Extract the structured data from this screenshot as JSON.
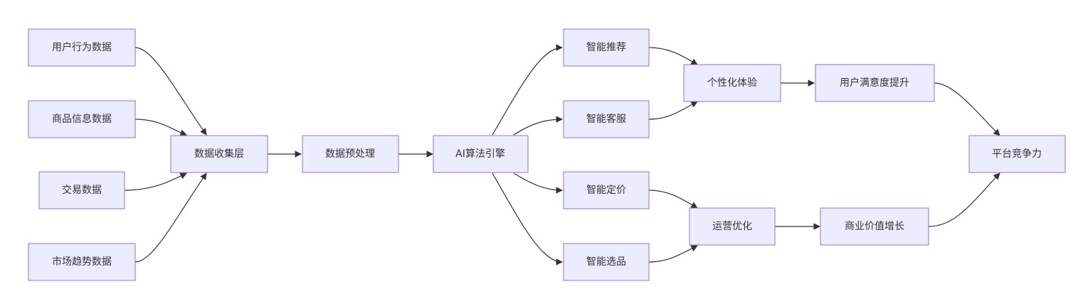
{
  "diagram": {
    "type": "flowchart",
    "direction": "left-to-right",
    "colors": {
      "node_fill": "#ECECFF",
      "node_border": "#9370DB",
      "edge": "#333333",
      "text": "#333333",
      "background": "#ffffff"
    },
    "nodes": {
      "user_behavior": "用户行为数据",
      "product_info": "商品信息数据",
      "transaction": "交易数据",
      "market_trend": "市场趋势数据",
      "collection": "数据收集层",
      "preprocess": "数据预处理",
      "ai_engine": "AI算法引擎",
      "recommend": "智能推荐",
      "service": "智能客服",
      "pricing": "智能定价",
      "selection": "智能选品",
      "personalized": "个性化体验",
      "operations": "运营优化",
      "satisfaction": "用户满意度提升",
      "growth": "商业价值增长",
      "competitiveness": "平台竞争力"
    },
    "edges": [
      [
        "user_behavior",
        "collection"
      ],
      [
        "product_info",
        "collection"
      ],
      [
        "transaction",
        "collection"
      ],
      [
        "market_trend",
        "collection"
      ],
      [
        "collection",
        "preprocess"
      ],
      [
        "preprocess",
        "ai_engine"
      ],
      [
        "ai_engine",
        "recommend"
      ],
      [
        "ai_engine",
        "service"
      ],
      [
        "ai_engine",
        "pricing"
      ],
      [
        "ai_engine",
        "selection"
      ],
      [
        "recommend",
        "personalized"
      ],
      [
        "service",
        "personalized"
      ],
      [
        "pricing",
        "operations"
      ],
      [
        "selection",
        "operations"
      ],
      [
        "personalized",
        "satisfaction"
      ],
      [
        "operations",
        "growth"
      ],
      [
        "satisfaction",
        "competitiveness"
      ],
      [
        "growth",
        "competitiveness"
      ]
    ]
  }
}
